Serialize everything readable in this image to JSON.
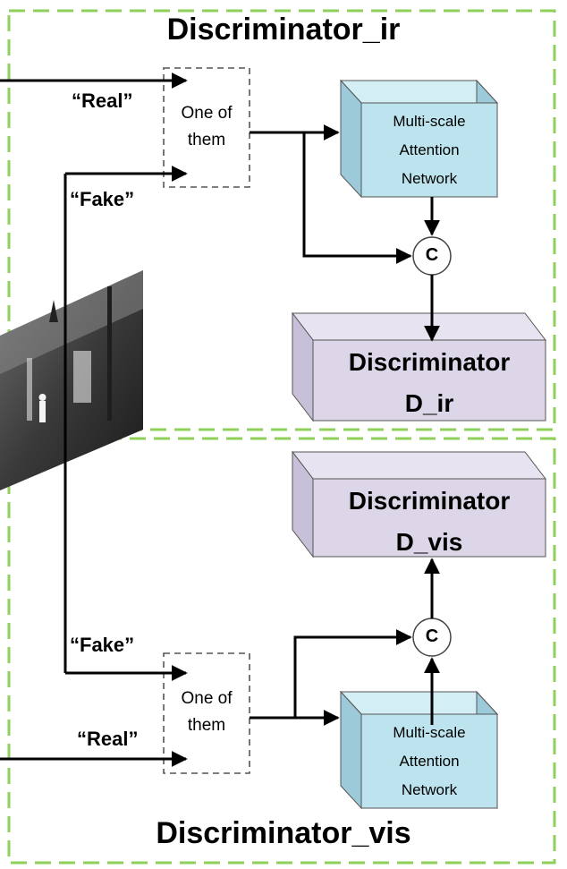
{
  "diagram": {
    "titles": {
      "top": "Discriminator_ir",
      "bottom": "Discriminator_vis"
    },
    "inputs": {
      "real_top": "“Real”",
      "fake_top": "“Fake”",
      "fake_bottom": "“Fake”",
      "real_bottom": "“Real”"
    },
    "selector": {
      "line1": "One of",
      "line2": "them"
    },
    "attention": {
      "line1": "Multi-scale",
      "line2": "Attention",
      "line3": "Network"
    },
    "concat_label": "C",
    "disc_ir": {
      "line1": "Discriminator",
      "line2": "D_ir"
    },
    "disc_vis": {
      "line1": "Discriminator",
      "line2": "D_vis"
    },
    "colors": {
      "panel_border": "#8fd05a",
      "attention_front": "#bde4ee",
      "attention_top": "#d3eef5",
      "attention_side": "#9ccad9",
      "disc_front": "#dcd6e8",
      "disc_top": "#e8e3f0",
      "disc_side": "#c8c0d9"
    }
  }
}
